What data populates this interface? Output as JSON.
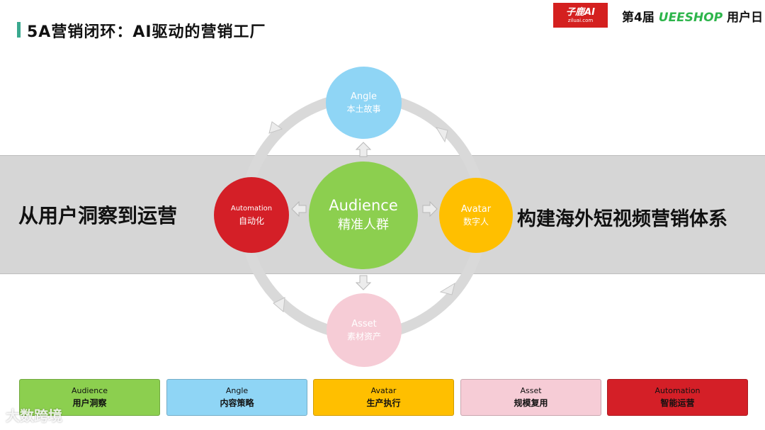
{
  "header": {
    "title": "5A营销闭环：AI驱动的营销工厂",
    "logo_main": "子鹿AI",
    "logo_sub": "ziluai.com",
    "event_prefix": "第4届",
    "event_brand": "UEESHOP",
    "event_suffix": "用户日"
  },
  "band": {
    "left_text": "从用户洞察到运营",
    "right_text": "构建海外短视频营销体系"
  },
  "nodes": {
    "center": {
      "en": "Audience",
      "cn": "精准人群",
      "color": "#8ccf4f"
    },
    "angle": {
      "en": "Angle",
      "cn": "本土故事",
      "color": "#8fd5f5"
    },
    "avatar": {
      "en": "Avatar",
      "cn": "数字人",
      "color": "#ffbf00"
    },
    "asset": {
      "en": "Asset",
      "cn": "素材资产",
      "color": "#f6ccd6"
    },
    "automation": {
      "en": "Automation",
      "cn": "自动化",
      "color": "#d41f27"
    }
  },
  "boxes": [
    {
      "title": "Audience",
      "subtitle": "用户洞察",
      "color": "#8ccf4f"
    },
    {
      "title": "Angle",
      "subtitle": "内容策略",
      "color": "#8fd5f5"
    },
    {
      "title": "Avatar",
      "subtitle": "生产执行",
      "color": "#ffbf00"
    },
    {
      "title": "Asset",
      "subtitle": "规模复用",
      "color": "#f6ccd6"
    },
    {
      "title": "Automation",
      "subtitle": "智能运营",
      "color": "#d41f27"
    }
  ],
  "watermark": "大数跨境"
}
